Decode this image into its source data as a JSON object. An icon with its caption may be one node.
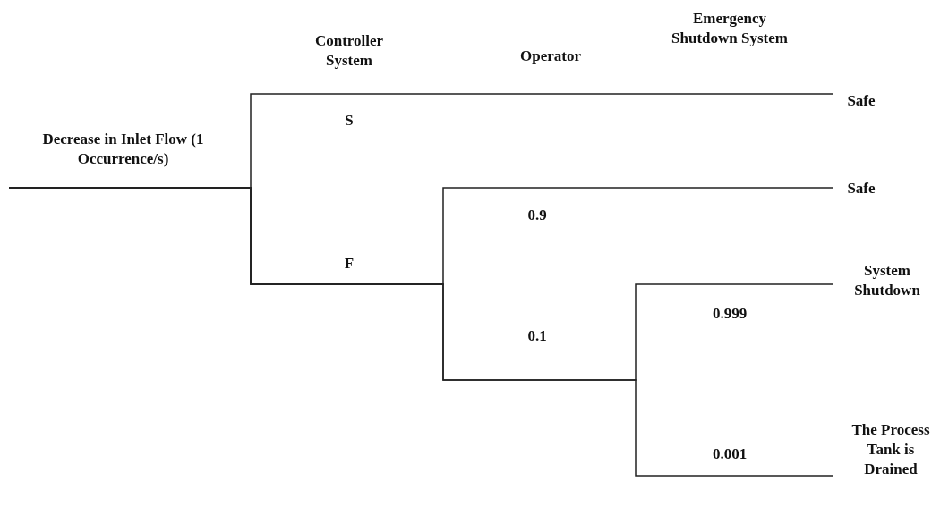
{
  "diagram": {
    "nodes": [
      {
        "text": [
          "Decrease in Inlet Flow (1 Occurrence/s)"
        ]
      },
      {
        "text": [
          "Safe"
        ]
      },
      {
        "text": [
          "Safe"
        ]
      },
      {
        "text": [
          "System Shutdown"
        ]
      },
      {
        "text": [
          "The Process Tank is Drained"
        ]
      }
    ],
    "edges": [
      {
        "from": 0,
        "to": 1,
        "arrow": "none"
      },
      {
        "from": 0,
        "to": 2,
        "arrow": "none"
      },
      {
        "from": 0,
        "to": 3,
        "arrow": "none"
      },
      {
        "from": 0,
        "to": 4,
        "arrow": "none"
      }
    ],
    "labels": [
      "Controller System",
      "Operator",
      "Emergency Shutdown System",
      "S",
      "F",
      "0.9",
      "0.1",
      "0.999",
      "0.001"
    ]
  }
}
